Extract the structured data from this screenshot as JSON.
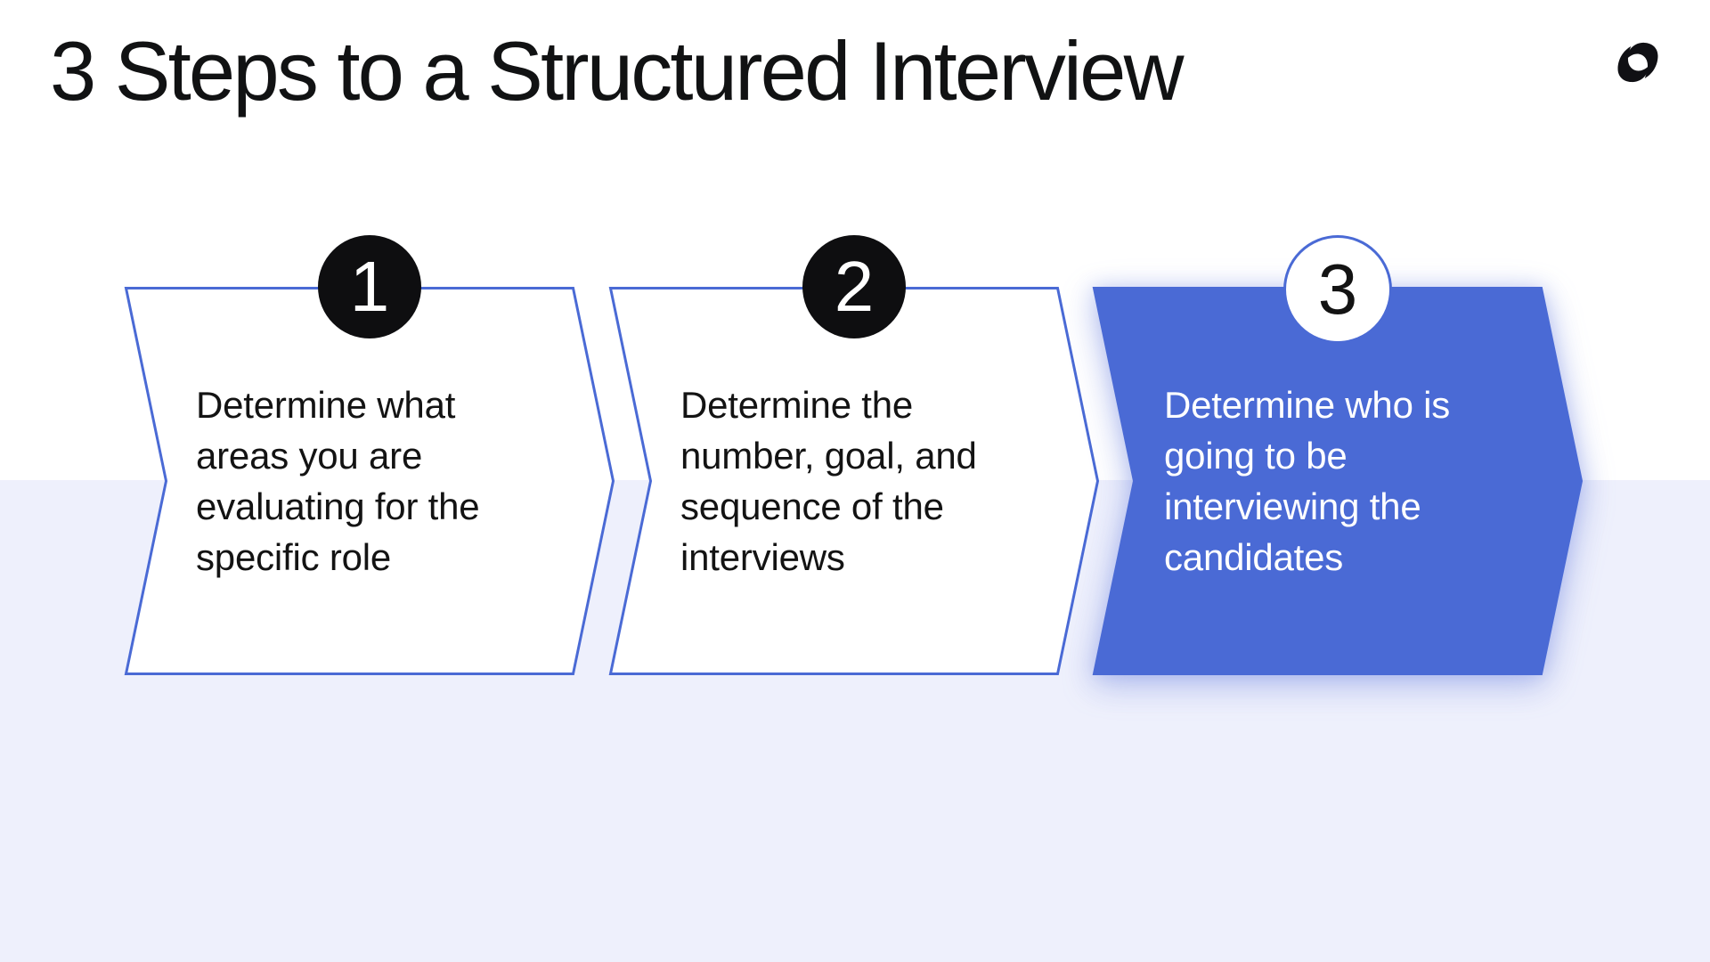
{
  "header": {
    "title": "3 Steps to a Structured Interview",
    "logo_icon": "rippling-logo-icon"
  },
  "colors": {
    "accent_blue": "#4A6AD5",
    "filled_step_background": "#4A6AD5",
    "band_background": "#EEF0FC",
    "page_background": "#FFFFFF",
    "dark_badge": "#0E0E10",
    "text_ink": "#131313",
    "filled_step_text": "#FFFFFF"
  },
  "steps": [
    {
      "number": "1",
      "style": "outlined",
      "badge_style": "dark",
      "lines": [
        "Determine what",
        "areas you are",
        "evaluating for the",
        "specific role"
      ]
    },
    {
      "number": "2",
      "style": "outlined",
      "badge_style": "dark",
      "lines": [
        "Determine the",
        "number, goal, and",
        "sequence of the",
        "interviews"
      ]
    },
    {
      "number": "3",
      "style": "filled",
      "badge_style": "light",
      "lines": [
        "Determine who is",
        "going to be",
        "interviewing the",
        "candidates"
      ]
    }
  ]
}
